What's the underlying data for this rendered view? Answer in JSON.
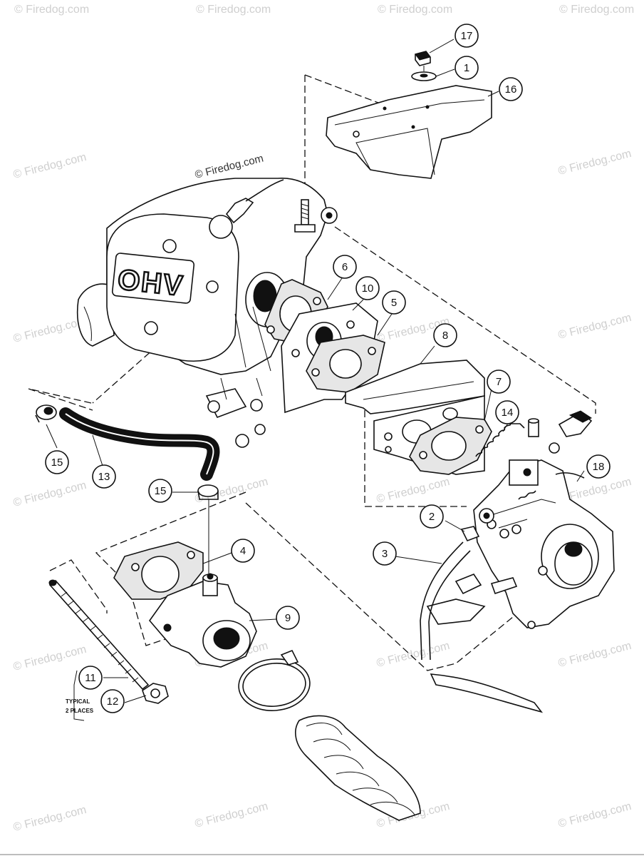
{
  "watermark": {
    "text": "© Firedog.com",
    "main_credit": "© Firedog.com"
  },
  "callouts": [
    {
      "id": "c17",
      "label": "17"
    },
    {
      "id": "c1",
      "label": "1"
    },
    {
      "id": "c16",
      "label": "16"
    },
    {
      "id": "c6a",
      "label": "6"
    },
    {
      "id": "c10",
      "label": "10"
    },
    {
      "id": "c5",
      "label": "5"
    },
    {
      "id": "c8",
      "label": "8"
    },
    {
      "id": "c7",
      "label": "7"
    },
    {
      "id": "c14",
      "label": "14"
    },
    {
      "id": "c18",
      "label": "18"
    },
    {
      "id": "c15a",
      "label": "15"
    },
    {
      "id": "c13",
      "label": "13"
    },
    {
      "id": "c15b",
      "label": "15"
    },
    {
      "id": "c2",
      "label": "2"
    },
    {
      "id": "c4",
      "label": "4"
    },
    {
      "id": "c3",
      "label": "3"
    },
    {
      "id": "c9",
      "label": "9"
    },
    {
      "id": "c11",
      "label": "11"
    },
    {
      "id": "c12",
      "label": "12"
    }
  ],
  "engine_label": "OHV",
  "note": {
    "line1": "TYPICAL",
    "line2": "2 PLACES"
  }
}
